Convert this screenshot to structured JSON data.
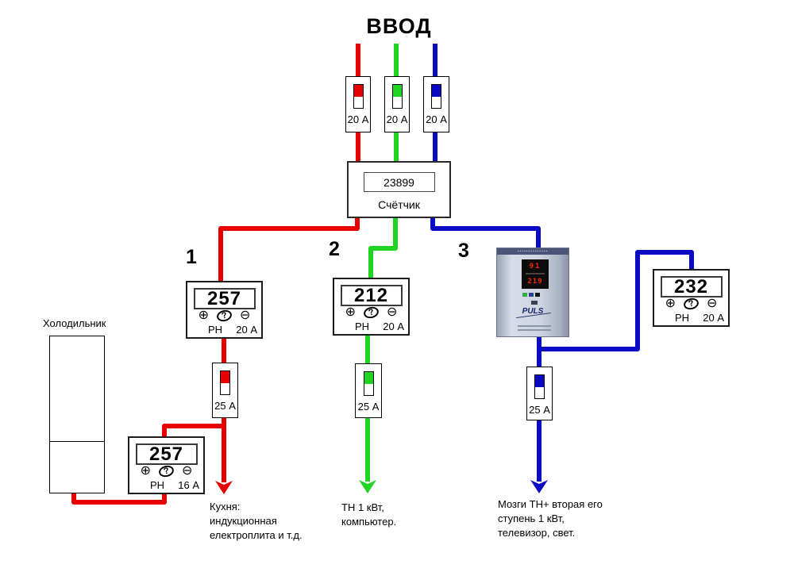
{
  "title": "ВВОД",
  "colors": {
    "red": "#e60000",
    "green": "#21d421",
    "blue": "#0a0ac2"
  },
  "meter": {
    "serial": "23899",
    "label": "Счётчик"
  },
  "input_breakers": [
    {
      "rating": "20 А"
    },
    {
      "rating": "20 А"
    },
    {
      "rating": "20 А"
    }
  ],
  "branch_labels": [
    "1",
    "2",
    "3"
  ],
  "devices": {
    "d1": {
      "value": "257",
      "type": "РН",
      "rating": "20 А"
    },
    "d2": {
      "value": "212",
      "type": "РН",
      "rating": "20 А"
    },
    "d3": {
      "value": "232",
      "type": "РН",
      "rating": "20 А"
    },
    "d4": {
      "value": "257",
      "type": "РН",
      "rating": "16 А"
    }
  },
  "branch_breakers": {
    "red": "25 А",
    "green": "25 А",
    "blue": "25 А"
  },
  "fridge": {
    "label": "Холодильник"
  },
  "stabilizer": {
    "display_top": "91",
    "display_bottom": "219",
    "brand": "PULS"
  },
  "notes": {
    "red": [
      "Кухня:",
      "индукционная",
      "електроплита и т.д."
    ],
    "green": [
      "ТН 1 кВт,",
      "компьютер."
    ],
    "blue": [
      "Мозги ТН+ вторая его",
      "ступень 1 кВт,",
      "телевизор, свет."
    ]
  }
}
